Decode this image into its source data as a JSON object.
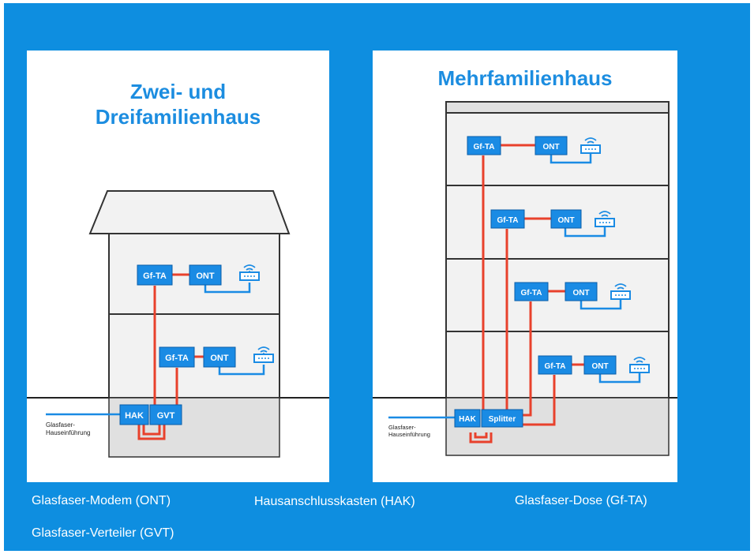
{
  "left_panel": {
    "title_line1": "Zwei- und",
    "title_line2": "Dreifamilienhaus",
    "floor_upper": {
      "gfta": "Gf-TA",
      "ont": "ONT"
    },
    "floor_lower": {
      "gfta": "Gf-TA",
      "ont": "ONT"
    },
    "basement": {
      "hak": "HAK",
      "gvt": "GVT"
    },
    "entry_label_line1": "Glasfaser-",
    "entry_label_line2": "Hauseinführung"
  },
  "right_panel": {
    "title": "Mehrfamilienhaus",
    "floors": [
      {
        "gfta": "Gf-TA",
        "ont": "ONT"
      },
      {
        "gfta": "Gf-TA",
        "ont": "ONT"
      },
      {
        "gfta": "Gf-TA",
        "ont": "ONT"
      },
      {
        "gfta": "Gf-TA",
        "ont": "ONT"
      }
    ],
    "basement": {
      "hak": "HAK",
      "splitter": "Splitter"
    },
    "entry_label_line1": "Glasfaser-",
    "entry_label_line2": "Hauseinführung"
  },
  "legend": {
    "ont": "Glasfaser-Modem (ONT)",
    "hak": "Hausanschlusskasten (HAK)",
    "gfta": "Glasfaser-Dose (Gf-TA)",
    "gvt": "Glasfaser-Verteiler (GVT)"
  },
  "colors": {
    "background": "#0e8ee0",
    "title": "#1c8de0",
    "box": "#1a8be4",
    "fiber": "#e8412c",
    "cable": "#1a8be4",
    "building": "#f2f2f2",
    "basement": "#e0e0e0"
  }
}
